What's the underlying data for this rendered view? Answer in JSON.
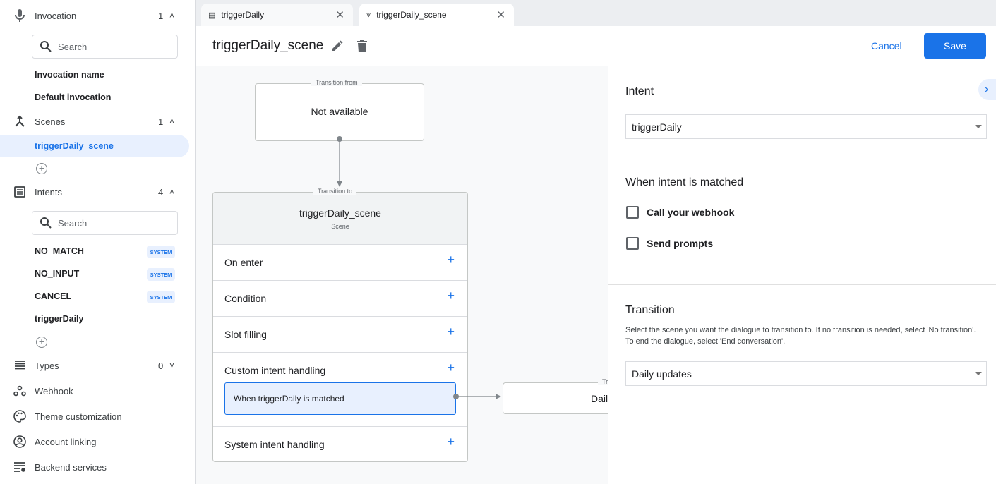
{
  "sidebar": {
    "invocation": {
      "label": "Invocation",
      "count": "1",
      "search_placeholder": "Search",
      "items": [
        "Invocation name",
        "Default invocation"
      ]
    },
    "scenes": {
      "label": "Scenes",
      "count": "1",
      "items": [
        "triggerDaily_scene"
      ]
    },
    "intents": {
      "label": "Intents",
      "count": "4",
      "search_placeholder": "Search",
      "items": [
        {
          "label": "NO_MATCH",
          "badge": "SYSTEM"
        },
        {
          "label": "NO_INPUT",
          "badge": "SYSTEM"
        },
        {
          "label": "CANCEL",
          "badge": "SYSTEM"
        },
        {
          "label": "triggerDaily"
        }
      ]
    },
    "types": {
      "label": "Types",
      "count": "0"
    },
    "links": [
      "Webhook",
      "Theme customization",
      "Account linking",
      "Backend services"
    ]
  },
  "tabs": [
    {
      "label": "triggerDaily",
      "icon": "intent-icon"
    },
    {
      "label": "triggerDaily_scene",
      "icon": "scene-icon",
      "active": true
    }
  ],
  "header": {
    "title": "triggerDaily_scene",
    "cancel": "Cancel",
    "save": "Save"
  },
  "canvas": {
    "from_node": {
      "legend": "Transition from",
      "text": "Not available"
    },
    "scene_node": {
      "legend": "Transition to",
      "title": "triggerDaily_scene",
      "subtitle": "Scene",
      "rows": [
        "On enter",
        "Condition",
        "Slot filling",
        "Custom intent handling",
        "System intent handling"
      ],
      "handler": "When triggerDaily is matched"
    },
    "target_node": {
      "legend": "Tr",
      "text": "Dail"
    }
  },
  "panel": {
    "intent_heading": "Intent",
    "intent_value": "triggerDaily",
    "matched_heading": "When intent is matched",
    "checkboxes": [
      {
        "label": "Call your webhook",
        "checked": false
      },
      {
        "label": "Send prompts",
        "checked": false
      }
    ],
    "transition_heading": "Transition",
    "transition_desc": "Select the scene you want the dialogue to transition to. If no transition is needed, select 'No transition'. To end the dialogue, select 'End conversation'.",
    "transition_value": "Daily updates"
  },
  "colors": {
    "accent": "#1a73e8",
    "selected_bg": "#e8f0fe"
  }
}
